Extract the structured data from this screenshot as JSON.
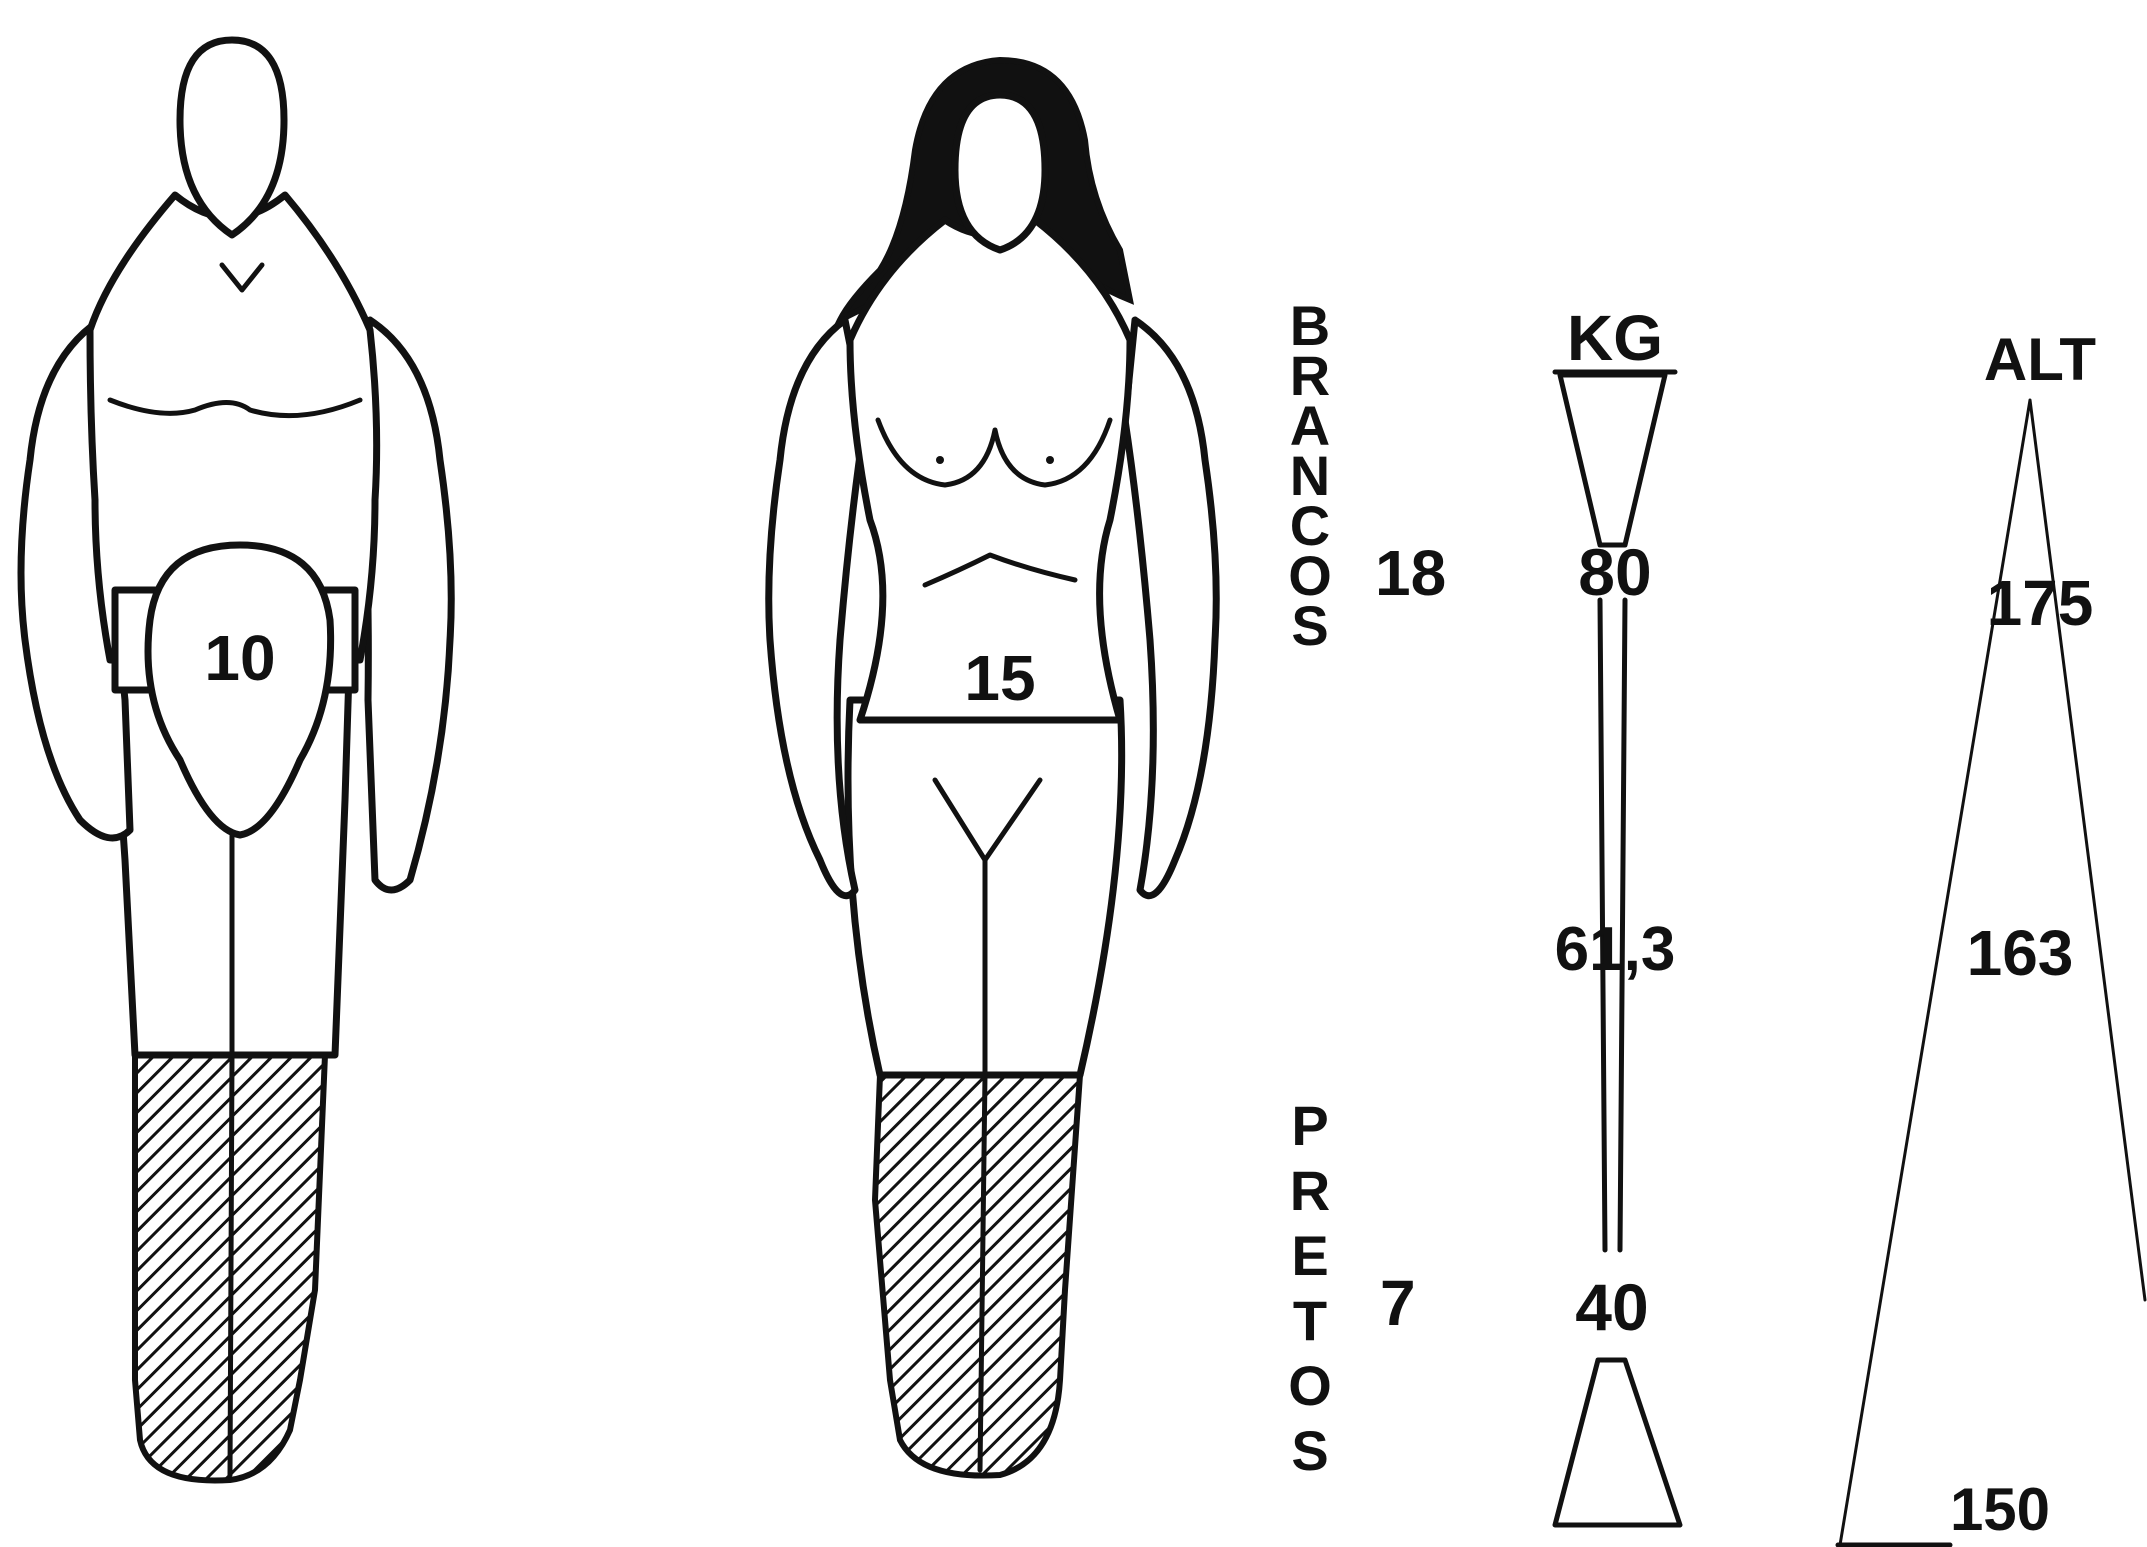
{
  "figures": {
    "male": {
      "belly_value": "10"
    },
    "female": {
      "belly_value": "15"
    }
  },
  "groups": {
    "top": {
      "label": "BRANCOS",
      "count": "18"
    },
    "bottom": {
      "label": "PRETOS",
      "count": "7"
    }
  },
  "weight_scale": {
    "title": "KG",
    "max": "80",
    "mid": "61,3",
    "min": "40"
  },
  "height_scale": {
    "title": "ALT",
    "max": "175",
    "mid": "163",
    "min": "150"
  },
  "colors": {
    "ink": "#111111",
    "paper": "#ffffff"
  }
}
